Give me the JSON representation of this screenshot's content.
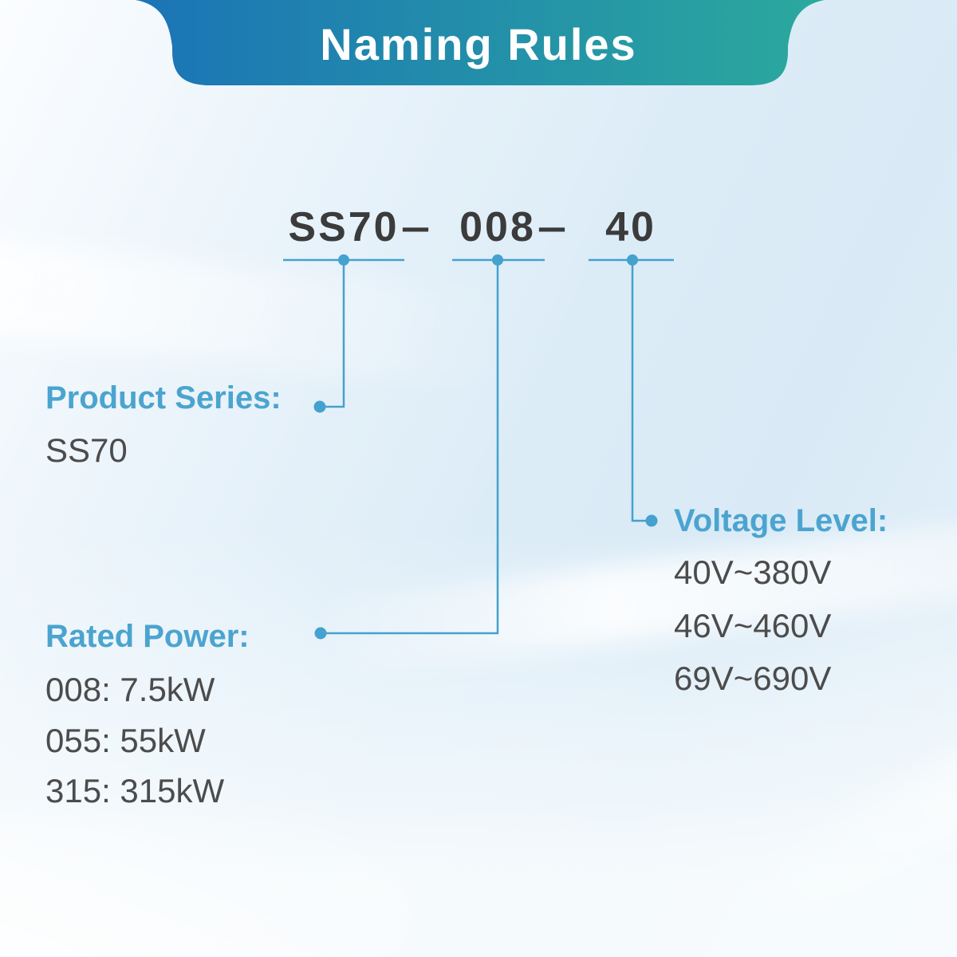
{
  "header": {
    "title": "Naming Rules"
  },
  "model_code": {
    "series": "SS70",
    "separator": "—",
    "power": "008",
    "voltage": "40"
  },
  "callouts": {
    "product_series": {
      "label": "Product Series:",
      "values": [
        "SS70"
      ]
    },
    "rated_power": {
      "label": "Rated Power:",
      "values": [
        "008: 7.5kW",
        "055: 55kW",
        "315: 315kW"
      ]
    },
    "voltage_level": {
      "label": "Voltage Level:",
      "values": [
        "40V~380V",
        "46V~460V",
        "69V~690V"
      ]
    }
  },
  "colors": {
    "banner_gradient_start": "#1b74b6",
    "banner_gradient_end": "#2ba99d",
    "label_blue": "#4ba4cf",
    "connector_blue": "#45a1ce",
    "code_text": "#3b3b3b",
    "value_text": "#4c4c4c",
    "background_tint": "#d9eaf6"
  }
}
